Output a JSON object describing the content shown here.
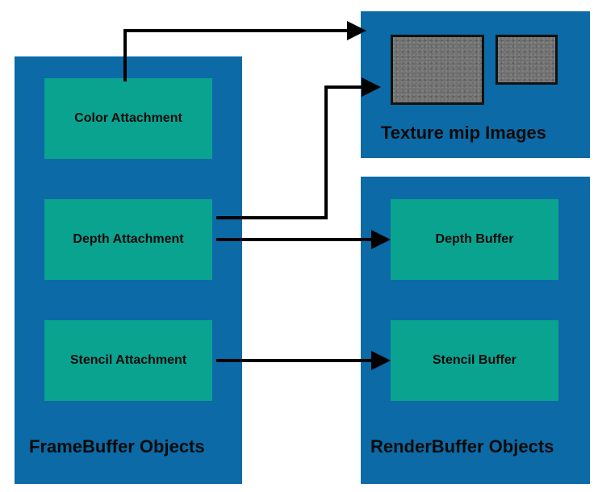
{
  "framebuffer": {
    "label": "FrameBuffer Objects",
    "attachments": [
      {
        "label": "Color Attachment"
      },
      {
        "label": "Depth Attachment"
      },
      {
        "label": "Stencil Attachment"
      }
    ]
  },
  "texture": {
    "label": "Texture mip Images"
  },
  "renderbuffer": {
    "label": "RenderBuffer Objects",
    "buffers": [
      {
        "label": "Depth Buffer"
      },
      {
        "label": "Stencil Buffer"
      }
    ]
  },
  "colors": {
    "panel": "#0c6aa6",
    "attachment": "#0aa390",
    "arrow": "#000000"
  }
}
